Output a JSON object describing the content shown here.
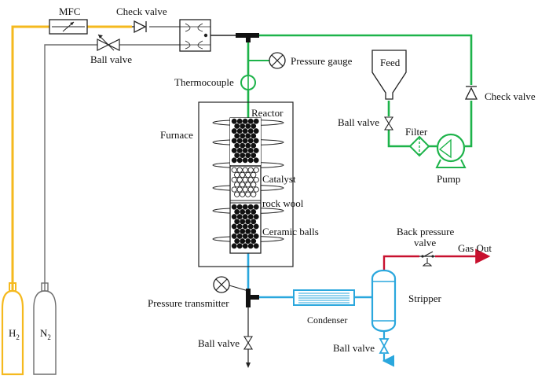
{
  "colors": {
    "hydrogen_line": "#F5B91E",
    "nitrogen_line": "#6E6E6E",
    "feed_line": "#1DB34A",
    "reactor_outlet_line": "#2AA7DD",
    "gas_out_line": "#C8102E",
    "outline": "#222222"
  },
  "labels": {
    "mfc": "MFC",
    "check_valve_top": "Check valve",
    "ball_valve_top": "Ball valve",
    "pressure_gauge": "Pressure gauge",
    "thermocouple": "Thermocouple",
    "furnace": "Furnace",
    "reactor": "Reactor",
    "catalyst": "Catalyst",
    "rock_wool": "rock wool",
    "ceramic_balls": "Ceramic balls",
    "feed": "Feed",
    "check_valve_right": "Check valve",
    "ball_valve_feed": "Ball valve",
    "filter": "Filter",
    "pump": "Pump",
    "back_pressure_line1": "Back pressure",
    "back_pressure_line2": "valve",
    "gas_out": "Gas Out",
    "pressure_transmitter": "Pressure transmitter",
    "condenser": "Condenser",
    "stripper": "Stripper",
    "ball_valve_bottom": "Ball valve",
    "ball_valve_stripper": "Ball valve",
    "cylinder_h2": "H",
    "cylinder_h2_sub": "2",
    "cylinder_n2": "N",
    "cylinder_n2_sub": "2"
  }
}
